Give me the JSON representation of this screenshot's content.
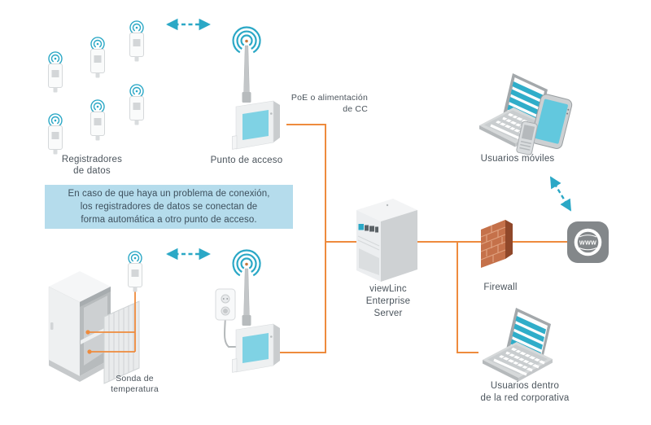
{
  "diagram": {
    "title": "viewLinc wireless monitoring network diagram",
    "colors": {
      "teal": "#2BA8C6",
      "screen_cyan": "#7FD2E4",
      "orange": "#EE8B3D",
      "info_box_bg": "#B5DCEC",
      "label_text": "#4B545C",
      "brick_front": "#C5714A",
      "brick_side": "#90482A",
      "globe_gray": "#83878A",
      "device_gray": "#EEF0F1"
    },
    "labels": {
      "data_loggers": "Registradores\nde datos",
      "access_point": "Punto de acceso",
      "poe": "PoE o alimentación\nde CC",
      "info_box": "En caso de que haya un problema de conexión,\nlos registradores de datos se conectan de\nforma automática a otro punto de acceso.",
      "temperature_probe": "Sonda de\ntemperatura",
      "server": "viewLinc\nEnterprise\nServer",
      "firewall": "Firewall",
      "mobile_users": "Usuarios móviles",
      "corporate_users": "Usuarios dentro\nde la red corporativa",
      "www": "WWW"
    }
  }
}
